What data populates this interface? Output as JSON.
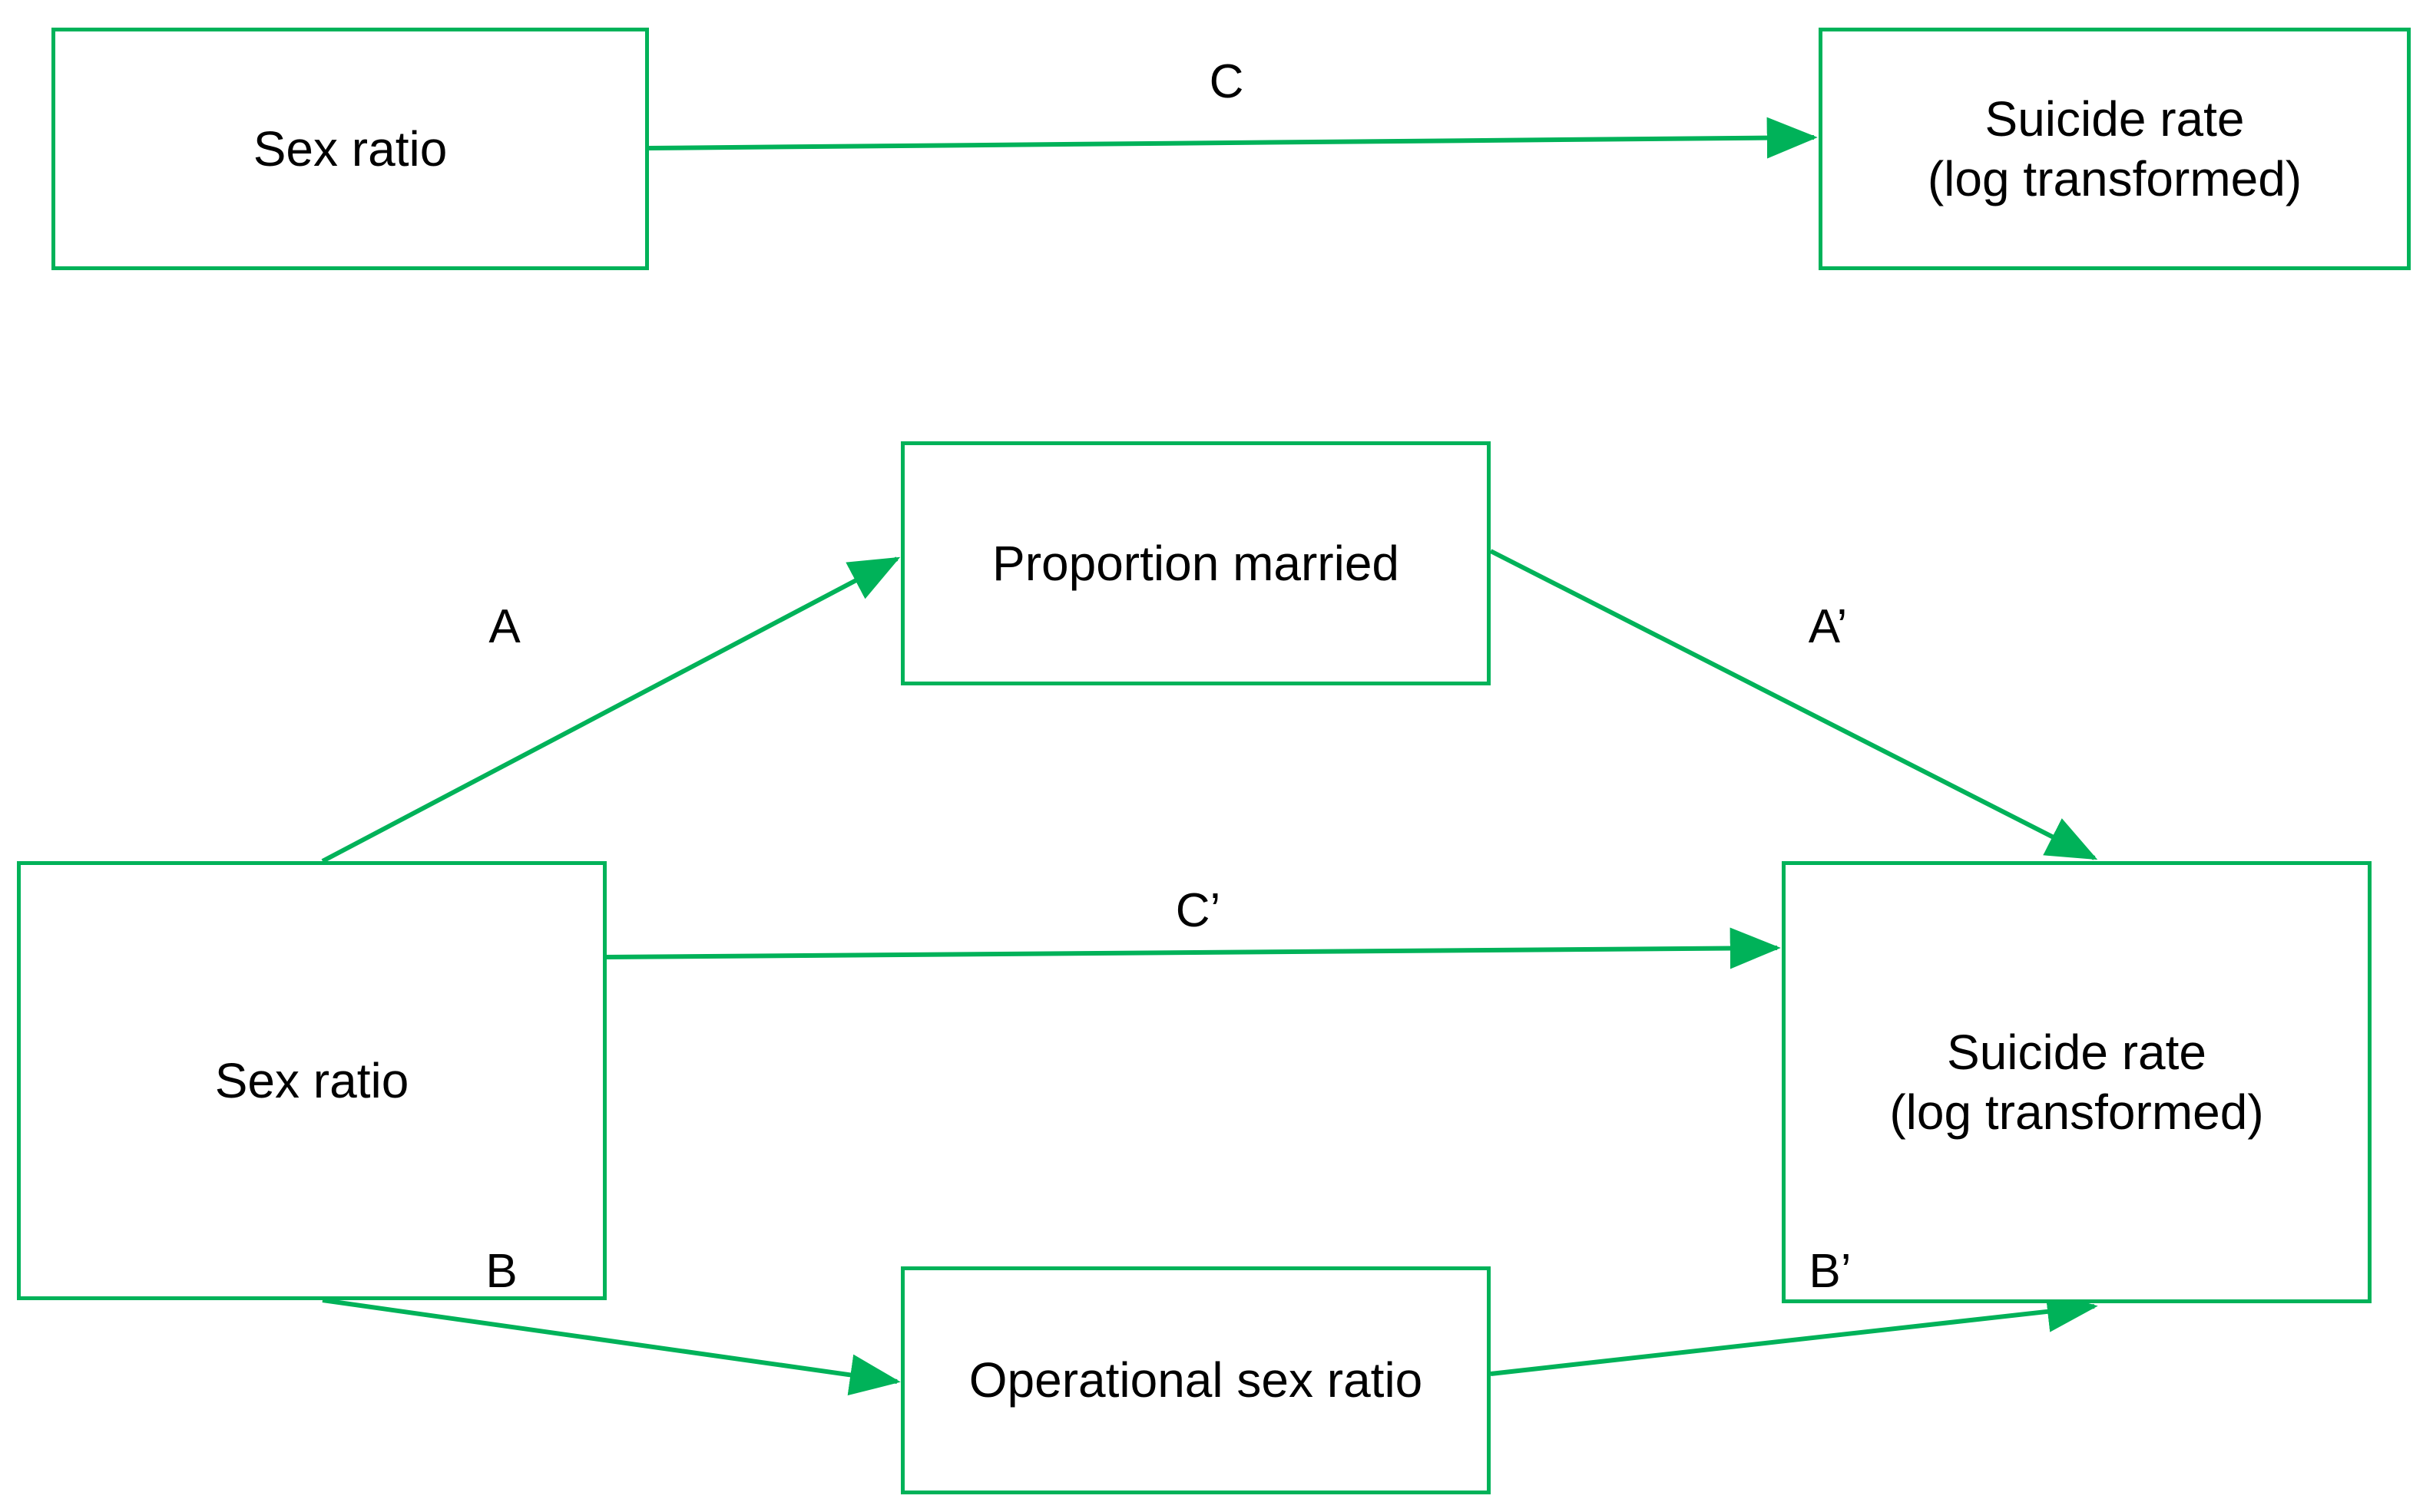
{
  "theme": {
    "edge_color": "#00b259",
    "box_border_color": "#00b259",
    "box_fill_color": "#ffffff",
    "text_color": "#000000",
    "background_color": "#ffffff"
  },
  "diagram": {
    "type": "mediation-path-diagram",
    "panels": [
      {
        "id": "total-effect",
        "nodes": [
          {
            "id": "top-sex-ratio",
            "label": "Sex ratio",
            "role": "predictor"
          },
          {
            "id": "top-suicide-rate",
            "label": "Suicide rate\n(log transformed)",
            "role": "outcome"
          }
        ],
        "edges": [
          {
            "id": "edge-c",
            "label": "C",
            "from": "top-sex-ratio",
            "to": "top-suicide-rate"
          }
        ]
      },
      {
        "id": "mediation-model",
        "nodes": [
          {
            "id": "mid-sex-ratio",
            "label": "Sex ratio",
            "role": "predictor"
          },
          {
            "id": "proportion-married",
            "label": "Proportion married",
            "role": "mediator"
          },
          {
            "id": "operational-sex-ratio",
            "label": "Operational sex ratio",
            "role": "mediator"
          },
          {
            "id": "mid-suicide-rate",
            "label": "Suicide rate\n(log transformed)",
            "role": "outcome"
          }
        ],
        "edges": [
          {
            "id": "edge-a",
            "label": "A",
            "from": "mid-sex-ratio",
            "to": "proportion-married"
          },
          {
            "id": "edge-a-prime",
            "label": "A’",
            "from": "proportion-married",
            "to": "mid-suicide-rate"
          },
          {
            "id": "edge-c-prime",
            "label": "C’",
            "from": "mid-sex-ratio",
            "to": "mid-suicide-rate"
          },
          {
            "id": "edge-b",
            "label": "B",
            "from": "mid-sex-ratio",
            "to": "operational-sex-ratio"
          },
          {
            "id": "edge-b-prime",
            "label": "B’",
            "from": "operational-sex-ratio",
            "to": "mid-suicide-rate"
          }
        ]
      }
    ]
  },
  "boxes": {
    "top_sex_ratio": {
      "label": "Sex ratio"
    },
    "top_suicide_rate": {
      "label": "Suicide rate\n(log transformed)"
    },
    "mid_sex_ratio": {
      "label": "Sex ratio"
    },
    "proportion_married": {
      "label": "Proportion married"
    },
    "operational_sex_ratio": {
      "label": "Operational sex ratio"
    },
    "mid_suicide_rate": {
      "label": "Suicide rate\n(log transformed)"
    }
  },
  "path_labels": {
    "c": "C",
    "a": "A",
    "a_prime": "A’",
    "c_prime": "C’",
    "b": "B",
    "b_prime": "B’"
  }
}
